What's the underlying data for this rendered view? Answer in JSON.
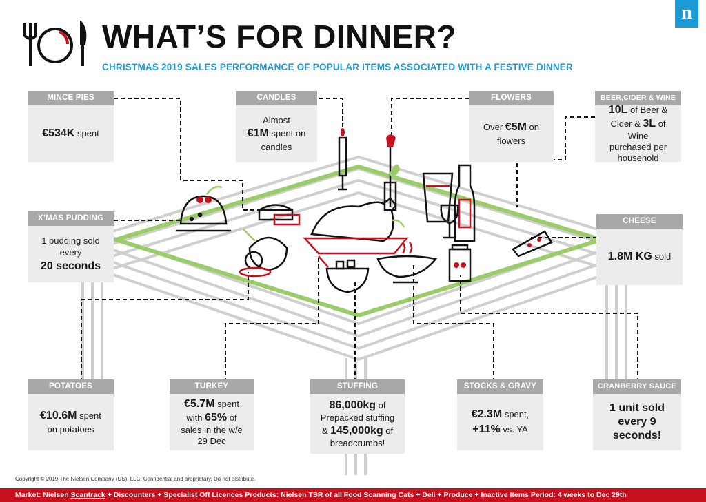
{
  "header": {
    "title": "WHAT’S FOR DINNER?",
    "subtitle": "CHRISTMAS 2019 SALES PERFORMANCE OF POPULAR ITEMS ASSOCIATED WITH A FESTIVE DINNER",
    "brand_mark": "n"
  },
  "colors": {
    "accent_blue": "#1a9ad6",
    "accent_red": "#c7101e",
    "table_green": "#9ccc6a",
    "card_head": "#a8a8a8",
    "card_body": "#ececec"
  },
  "cards": {
    "mince_pies": {
      "title": "MINCE PIES",
      "value": "€534K",
      "text": " spent"
    },
    "candles": {
      "title": "CANDLES",
      "pre": "Almost",
      "value": "€1M",
      "text": " spent on",
      "post": "candles"
    },
    "flowers": {
      "title": "FLOWERS",
      "pre": "Over ",
      "value": "€5M",
      "text": " on",
      "post": "flowers"
    },
    "beer": {
      "title": "BEER,CIDER & WINE",
      "value1": "10L",
      "text1": " of Beer &",
      "text2": "Cider & ",
      "value2": "3L",
      "text3": " of Wine",
      "text4": "purchased per",
      "text5": "household"
    },
    "pudding": {
      "title": "X’MAS PUDDING",
      "line1": "1 pudding sold",
      "line2": "every",
      "value": "20 seconds"
    },
    "cheese": {
      "title": "CHEESE",
      "value": "1.8M KG",
      "text": " sold"
    },
    "potatoes": {
      "title": "POTATOES",
      "value": "€10.6M",
      "text": " spent",
      "post": "on potatoes"
    },
    "turkey": {
      "title": "TURKEY",
      "value1": "€5.7M",
      "text1": " spent",
      "text2": "with ",
      "value2": "65%",
      "text3": " of",
      "text4": "sales in the w/e",
      "text5": "29 Dec"
    },
    "stuffing": {
      "title": "STUFFING",
      "value1": "86,000kg",
      "text1": " of",
      "text2": "Prepacked stuffing",
      "text3": "& ",
      "value2": "145,000kg",
      "text4": " of",
      "text5": "breadcrumbs!"
    },
    "gravy": {
      "title": "STOCKS & GRAVY",
      "value1": "€2.3M",
      "text1": " spent,",
      "value2": "+11%",
      "text2": " vs. YA"
    },
    "cranberry": {
      "title": "CRANBERRY SAUCE",
      "line1": "1 unit sold",
      "line2": "every 9",
      "line3": "seconds!"
    }
  },
  "footer": {
    "copyright": "Copyright © 2019 The Nielsen Company (US), LLC. Confidential and proprietary. Do not distribute.",
    "market_label": "Market:",
    "market_a": " Nielsen ",
    "market_u": "Scantrack",
    "market_b": " + Discounters + Specialist Off Licences ",
    "products_label": "Products:",
    "products": " Nielsen TSR of all Food Scanning Cats + Deli + Produce + Inactive Items ",
    "period_label": "Period:",
    "period": " 4 weeks to Dec 29th"
  }
}
